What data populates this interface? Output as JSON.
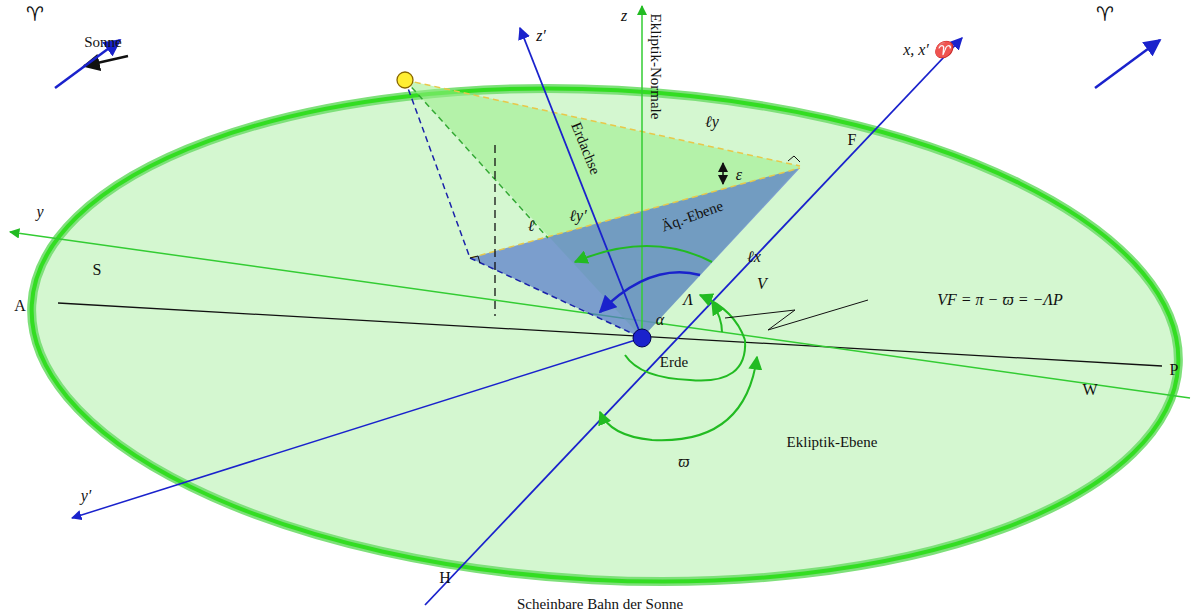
{
  "diagram": {
    "caption": "Scheinbare Bahn der Sonne",
    "labels": [
      "♈",
      "♈",
      "Sonne",
      "z′",
      "z",
      "Ekliptik-Normale",
      "x, x′ ♈",
      "ℓy",
      "F",
      "ε",
      "ℓ",
      "ℓy′",
      "Erdachse",
      "Äq.-Ebene",
      "ℓx",
      "y",
      "S",
      "A",
      "Λ",
      "V",
      "α",
      "VF = π − ϖ = −ΛP",
      "Erde",
      "P",
      "ϖ",
      "y′",
      "W",
      "Ekliptik-Ebene",
      "H"
    ]
  }
}
